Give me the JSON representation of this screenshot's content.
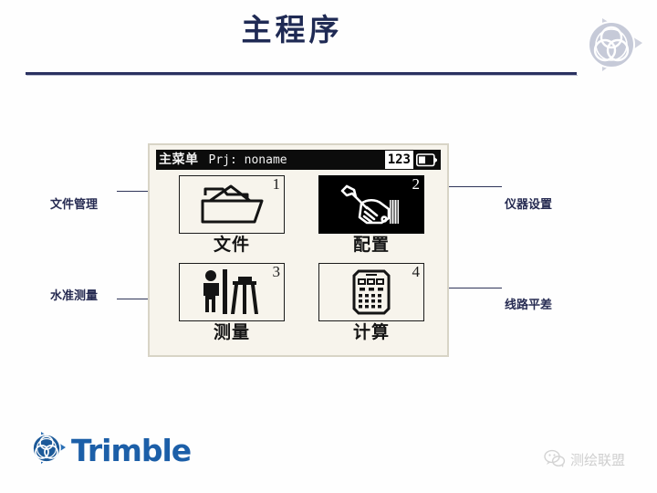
{
  "slide": {
    "title": "主程序",
    "title_color": "#1f2a54",
    "rule_color": "#2a3160",
    "background": "#fefefe"
  },
  "corner_logo": {
    "name": "trimble-globe-mark",
    "color": "#c8cbd8"
  },
  "device": {
    "screen_background": "#f7f4ec",
    "bezel_color": "#d8d4c6",
    "status_bar": {
      "title": "主菜单",
      "project": "Prj: noname",
      "counter": "123",
      "battery_icon": "battery-icon",
      "background": "#0c0c0c",
      "text_color": "#f2f2f2"
    },
    "menu": [
      {
        "index": "1",
        "label": "文件",
        "icon": "folder-icon",
        "selected": false
      },
      {
        "index": "2",
        "label": "配置",
        "icon": "wrench-hand-icon",
        "selected": true
      },
      {
        "index": "3",
        "label": "测量",
        "icon": "surveyor-level-icon",
        "selected": false
      },
      {
        "index": "4",
        "label": "计算",
        "icon": "calculator-icon",
        "selected": false
      }
    ]
  },
  "annotations": {
    "left": [
      {
        "text": "文件管理",
        "target_index": "1"
      },
      {
        "text": "水准测量",
        "target_index": "3"
      }
    ],
    "right": [
      {
        "text": "仪器设置",
        "target_index": "2"
      },
      {
        "text": "线路平差",
        "target_index": "4"
      }
    ],
    "color": "#262b52"
  },
  "footer": {
    "brand": "Trimble",
    "brand_color": "#1c5fa8",
    "watermark": "测绘联盟",
    "watermark_icon": "wechat-icon"
  }
}
